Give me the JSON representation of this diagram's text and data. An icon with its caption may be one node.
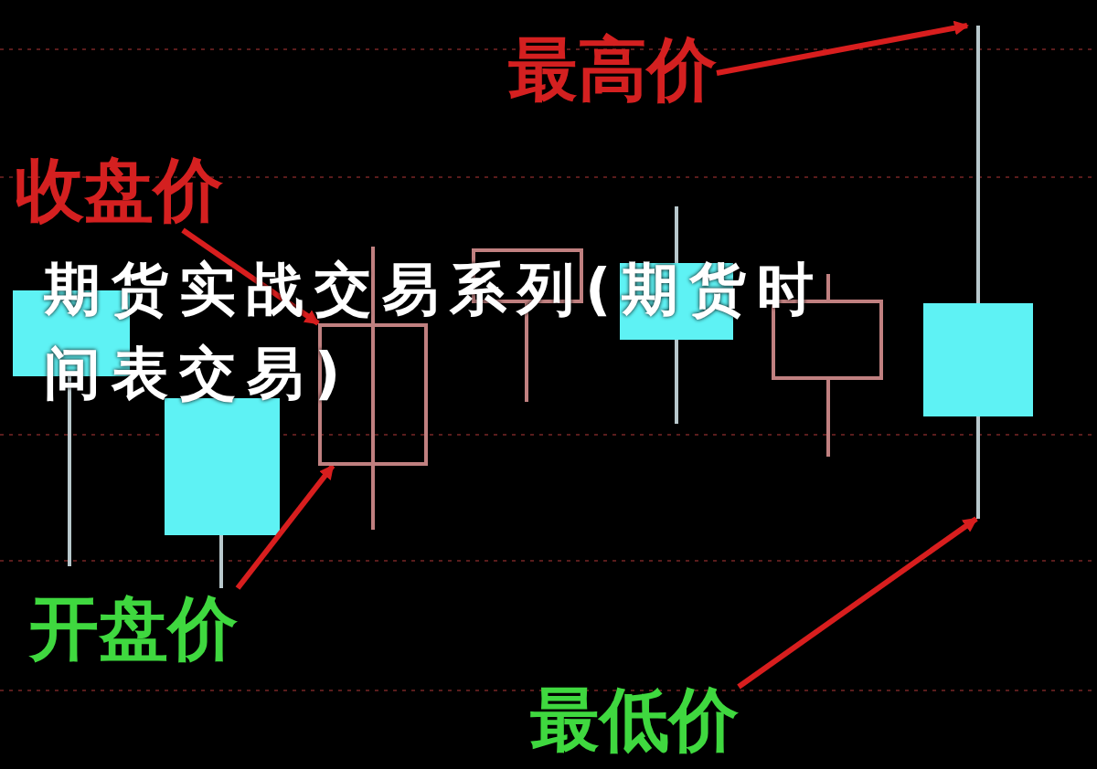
{
  "diagram": {
    "title": "期货实战交易系列(期货时间表交易)",
    "nodes": [
      {
        "text": [
          "最高价"
        ]
      },
      {
        "text": [
          "收盘价"
        ]
      },
      {
        "text": [
          "开盘价"
        ]
      },
      {
        "text": [
          "最低价"
        ]
      },
      {
        "text": [],
        "shape": "box"
      },
      {
        "text": [],
        "shape": "bar"
      }
    ],
    "edges": [
      {
        "from": 0,
        "to": 5,
        "arrow": "to"
      },
      {
        "from": 1,
        "to": 4,
        "arrow": "to"
      },
      {
        "from": 2,
        "to": 4,
        "arrow": "to"
      },
      {
        "from": 3,
        "to": 5,
        "arrow": "to"
      }
    ]
  }
}
